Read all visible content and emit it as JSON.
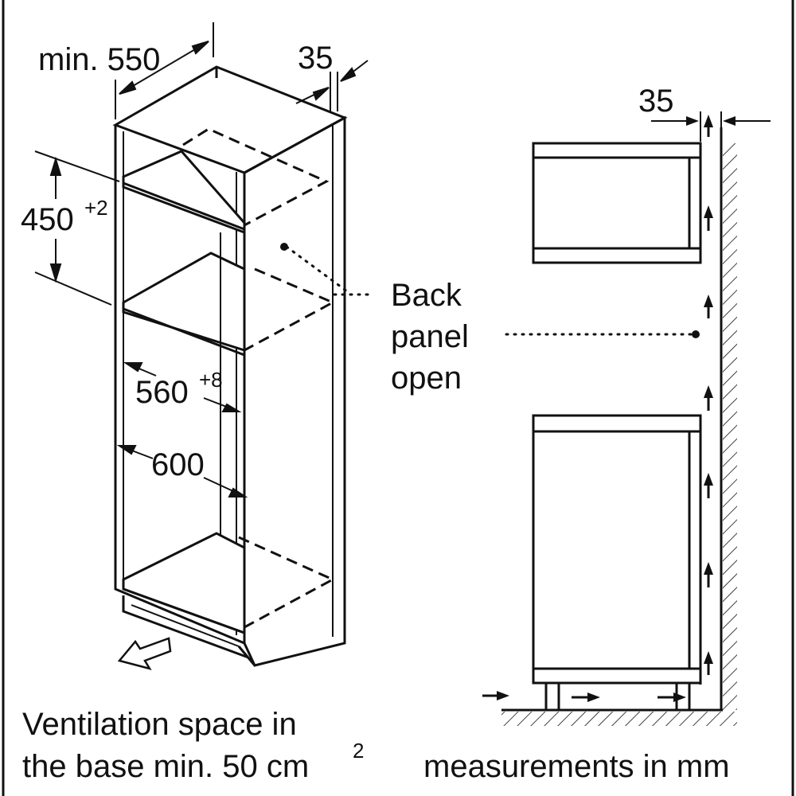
{
  "diagram": {
    "dims": {
      "depth_min": "min. 550",
      "back_gap_left": "35",
      "niche_height": "450",
      "niche_height_tol": "+2",
      "niche_width": "560",
      "niche_width_tol": "+8",
      "cabinet_width": "600",
      "back_gap_right": "35"
    },
    "back_panel": [
      "Back",
      "panel",
      "open"
    ],
    "ventilation": {
      "line1": "Ventilation space in",
      "line2_pre": "the base min. 50 cm",
      "line2_sup": "2"
    },
    "units_note": "measurements in mm",
    "colors": {
      "ink": "#111111",
      "background": "#ffffff"
    }
  }
}
